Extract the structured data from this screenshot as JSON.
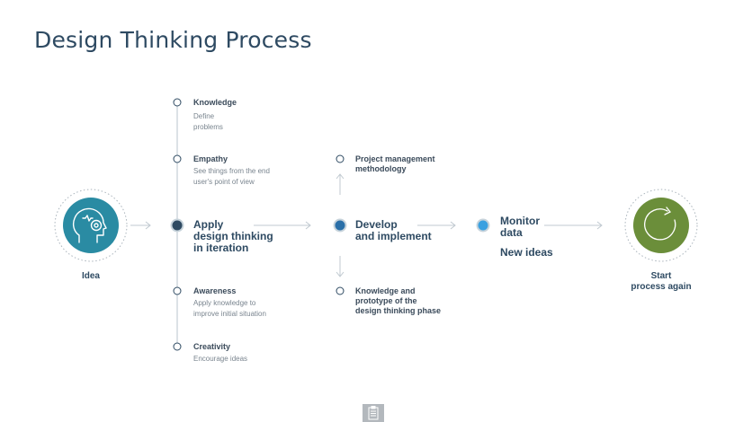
{
  "title": "Design Thinking Process",
  "colors": {
    "teal": "#2a8ba3",
    "green": "#6b8e3a",
    "navy": "#2e4a62",
    "blue": "#3aa0e0",
    "line": "#b8c4cc"
  },
  "idea": {
    "label": "Idea",
    "icon": "head-gears-icon"
  },
  "restart": {
    "label_line1": "Start",
    "label_line2": "process again",
    "icon": "refresh-icon"
  },
  "apply_column": {
    "items": [
      {
        "title": "Knowledge",
        "line1": "Define",
        "line2": "problems"
      },
      {
        "title": "Empathy",
        "line1": "See things from the end",
        "line2": "user's point of view"
      },
      {
        "title": "Awareness",
        "line1": "Apply knowledge to",
        "line2": "improve initial situation"
      },
      {
        "title": "Creativity",
        "line1": "Encourage ideas",
        "line2": ""
      }
    ],
    "main": {
      "line1": "Apply",
      "line2": "design thinking",
      "line3": "in iteration"
    }
  },
  "develop": {
    "line1": "Develop",
    "line2": "and implement",
    "top_line1": "Project management",
    "top_line2": "methodology",
    "bottom_line1": "Knowledge and",
    "bottom_line2": "prototype of the",
    "bottom_line3": "design thinking phase"
  },
  "monitor": {
    "line1": "Monitor",
    "line2": "data",
    "extra": "New ideas"
  },
  "footer": {
    "icon": "clipboard-icon"
  }
}
